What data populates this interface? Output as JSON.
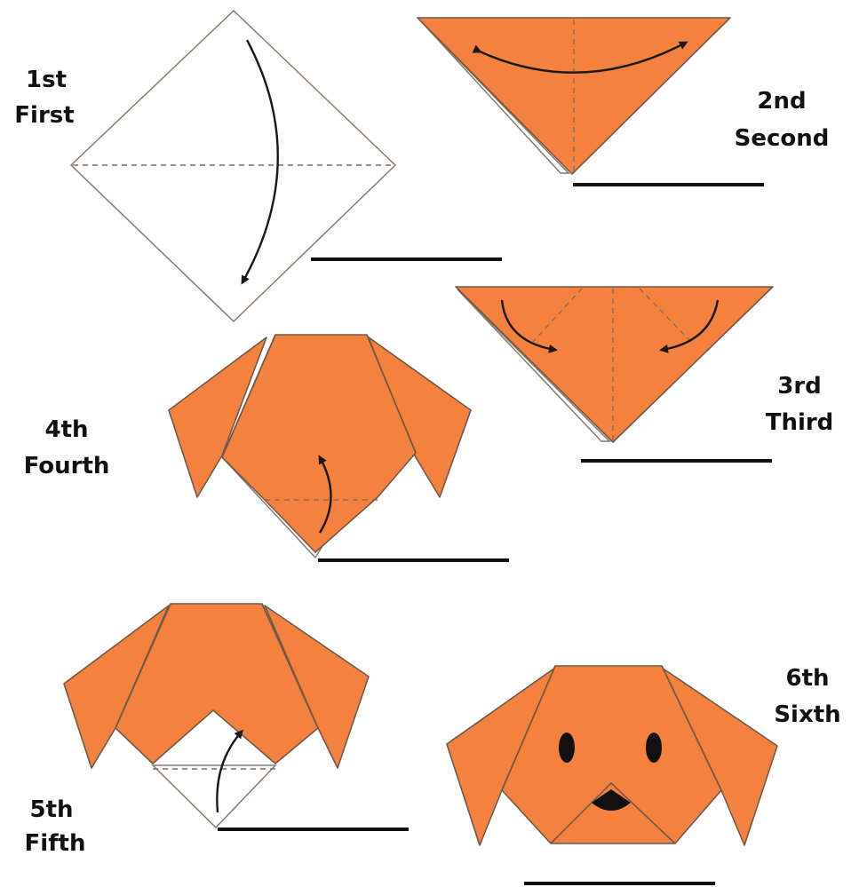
{
  "colors": {
    "paper": "#f5813f",
    "ink": "#111111",
    "background": "#ffffff"
  },
  "steps": [
    {
      "ordinal": "1st",
      "word": "First"
    },
    {
      "ordinal": "2nd",
      "word": "Second"
    },
    {
      "ordinal": "3rd",
      "word": "Third"
    },
    {
      "ordinal": "4th",
      "word": "Fourth"
    },
    {
      "ordinal": "5th",
      "word": "Fifth"
    },
    {
      "ordinal": "6th",
      "word": "Sixth"
    }
  ]
}
